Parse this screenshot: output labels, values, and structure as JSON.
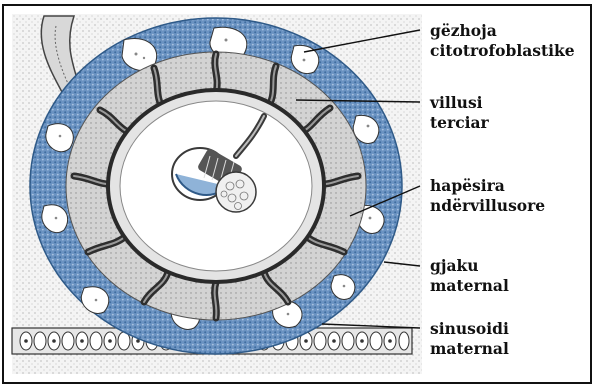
{
  "labels": [
    {
      "line1": "gëzhoja",
      "line2": "citotrofoblastike"
    },
    {
      "line1": "villusi",
      "line2": "terciar"
    },
    {
      "line1": "hapësira",
      "line2": "ndërvillusore"
    },
    {
      "line1": "gjaku",
      "line2": "maternal"
    },
    {
      "line1": "sinusoidi",
      "line2": "maternal"
    }
  ],
  "colors": {
    "trophoblast_blue": "#5b86b8",
    "villus_dark": "#3a3a3a",
    "intervillous_white": "#ffffff",
    "mesoderm_gray": "#c9c9c9",
    "background_tissue": "#ececec"
  }
}
